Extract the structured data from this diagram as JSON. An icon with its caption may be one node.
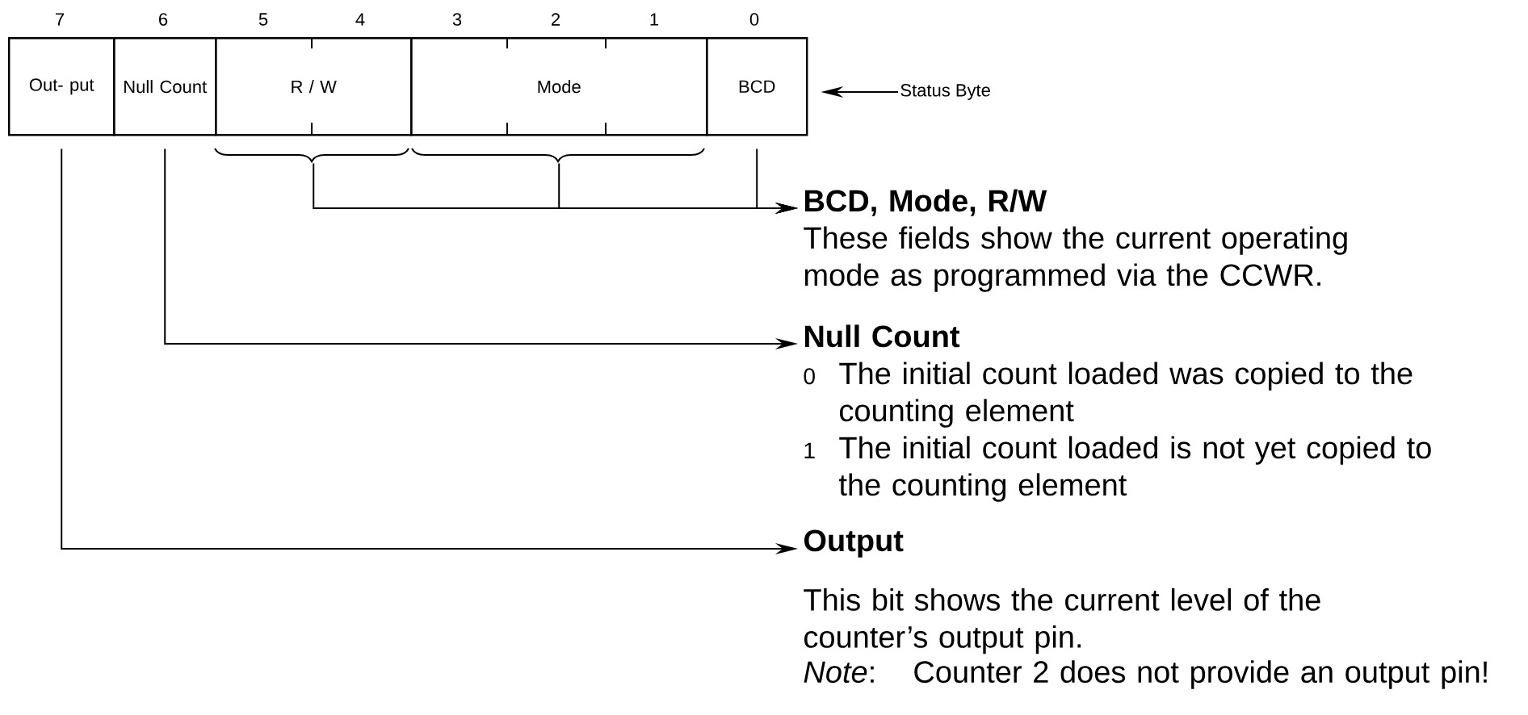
{
  "diagram": {
    "nodes": [
      {
        "text": [
          "Out- put"
        ]
      },
      {
        "text": [
          "Null Count"
        ]
      },
      {
        "text": [
          "R / W"
        ]
      },
      {
        "text": [
          "Mode"
        ]
      },
      {
        "text": [
          "BCD"
        ]
      },
      {
        "text": [
          "BCD, Mode, R/W",
          "These fields show the current operating mode as programmed via the CCWR."
        ]
      },
      {
        "text": [
          "Null Count",
          "0",
          "The initial count loaded was copied to the counting element",
          "1",
          "The initial count loaded is not yet copied to the counting element"
        ]
      },
      {
        "text": [
          "Output",
          "This bit shows the current level of the counter’s output pin.",
          "*Note*:",
          "Counter 2 does not provide an output pin!"
        ]
      },
      {
        "text": [
          "Status Byte"
        ]
      }
    ],
    "edges": [
      {
        "from": 2,
        "to": 5,
        "arrow": "to"
      },
      {
        "from": 3,
        "to": 5,
        "arrow": "to"
      },
      {
        "from": 4,
        "to": 5,
        "arrow": "to"
      },
      {
        "from": 1,
        "to": 6,
        "arrow": "to"
      },
      {
        "from": 0,
        "to": 7,
        "arrow": "to"
      },
      {
        "from": 8,
        "to": 4,
        "arrow": "to"
      }
    ],
    "labels": [
      "7",
      "6",
      "5",
      "4",
      "3",
      "2",
      "1",
      "0"
    ]
  }
}
